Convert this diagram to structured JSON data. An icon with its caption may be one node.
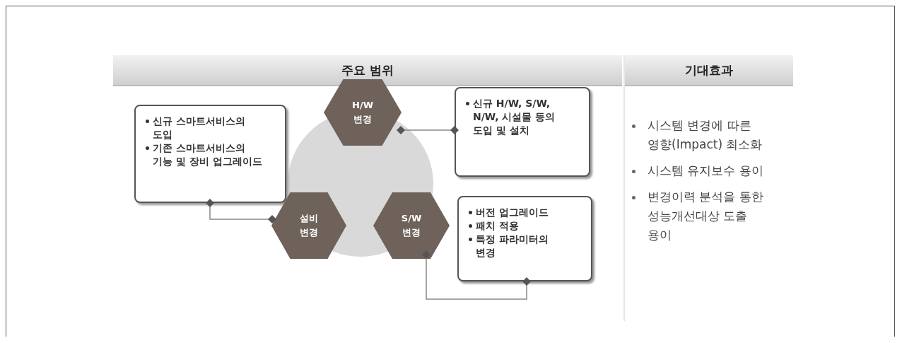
{
  "diagram": {
    "nodes": [
      {
        "text": [
          "주요 범위"
        ]
      },
      {
        "text": [
          "기대효과",
          "시스템 변경에 따른 영향(Impact) 최소화",
          "시스템 유지보수 용이",
          "변경이력 분석을 통한 성능개선대상 도출 용이"
        ]
      },
      {
        "text": [
          "신규 스마트서비스의 도입",
          "기존 스마트서비스의 기능 및 장비 업그레이드"
        ],
        "in": 0
      },
      {
        "text": [
          "H/W 변경"
        ],
        "in": 0
      },
      {
        "text": [
          "신규 H/W, S/W, N/W, 시설물 등의 도입 및 설치"
        ],
        "in": 0
      },
      {
        "text": [
          "설비 변경"
        ],
        "in": 0
      },
      {
        "text": [
          "S/W 변경"
        ],
        "in": 0
      },
      {
        "text": [
          "버전 업그레이드",
          "패치 적용",
          "특정 파라미터의 변경"
        ],
        "in": 0
      }
    ],
    "edges": [
      {
        "from": 2,
        "to": 5,
        "arrow": "other"
      },
      {
        "from": 3,
        "to": 4,
        "arrow": "other"
      },
      {
        "from": 6,
        "to": 7,
        "arrow": "other"
      }
    ]
  }
}
